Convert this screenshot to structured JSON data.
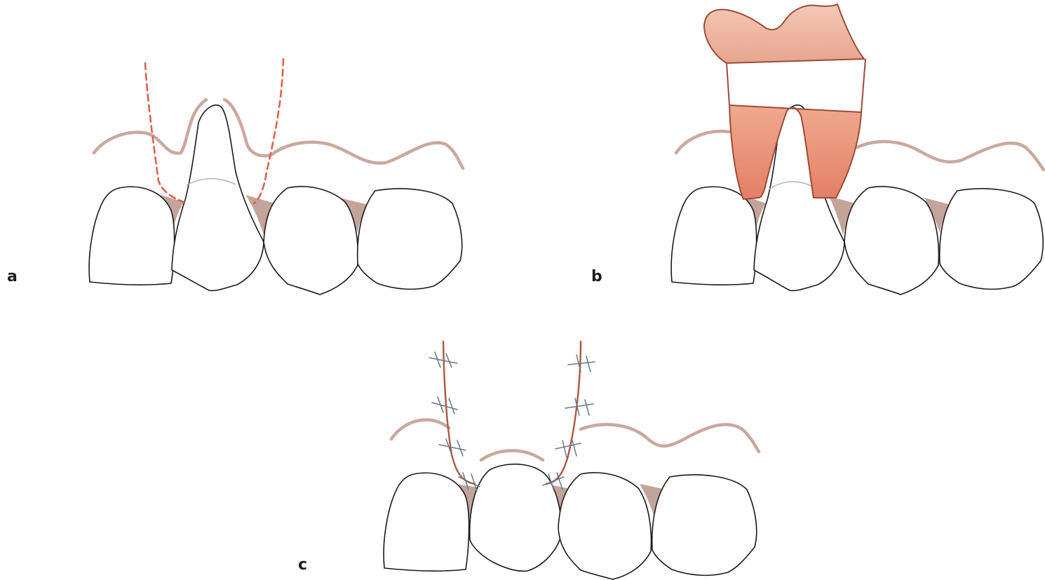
{
  "panels": [
    {
      "id": "a",
      "label": "a"
    },
    {
      "id": "b",
      "label": "b"
    },
    {
      "id": "c",
      "label": "c"
    }
  ],
  "colors": {
    "tooth_outline": "#1a1a1a",
    "gingiva": "#caa89e",
    "papilla": "#c4a49a",
    "incision_dashed": "#e0604c",
    "flap_fill": "#e8947e",
    "flap_outline": "#9c4a36",
    "suture": "#66788a",
    "cej_line": "#b5b5b5"
  }
}
